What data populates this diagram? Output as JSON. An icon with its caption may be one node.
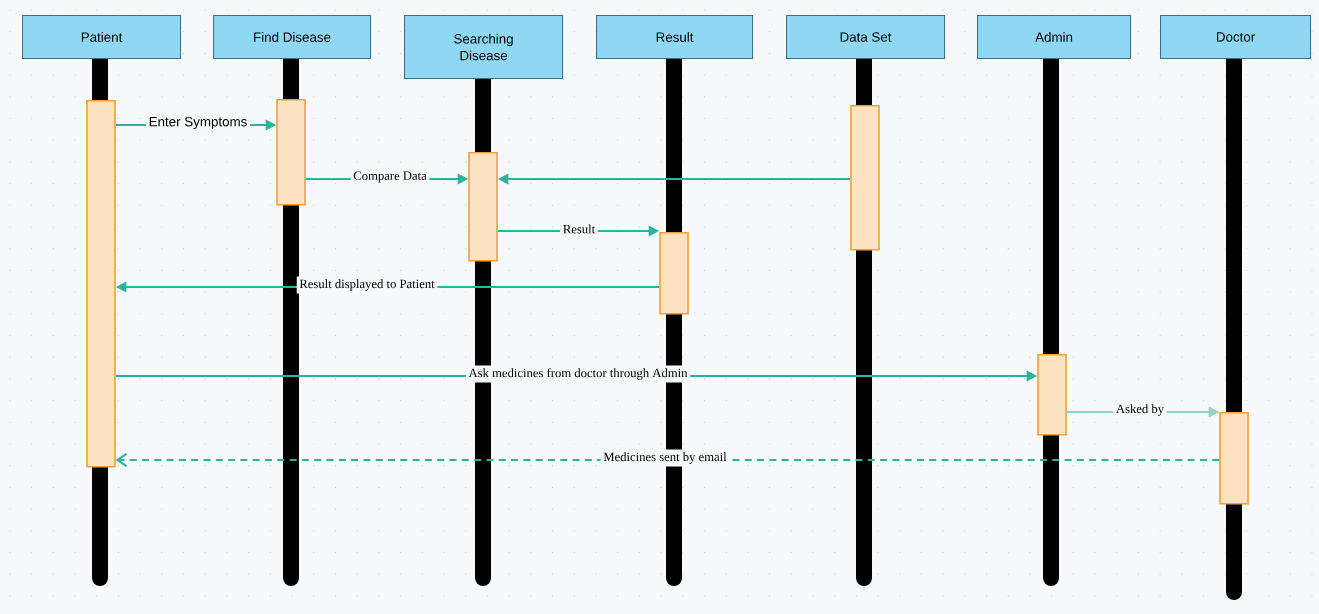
{
  "diagram": {
    "nodes": [
      {
        "text": [
          "Patient"
        ]
      },
      {
        "text": [
          "Find Disease"
        ]
      },
      {
        "text": [
          "Searching Disease"
        ]
      },
      {
        "text": [
          "Result"
        ]
      },
      {
        "text": [
          "Data Set"
        ]
      },
      {
        "text": [
          "Admin"
        ]
      },
      {
        "text": [
          "Doctor"
        ]
      },
      {
        "text": [],
        "shape": "bar"
      },
      {
        "text": [],
        "shape": "bar"
      },
      {
        "text": [],
        "shape": "bar"
      },
      {
        "text": [],
        "shape": "bar"
      },
      {
        "text": [],
        "shape": "bar"
      },
      {
        "text": [],
        "shape": "bar"
      },
      {
        "text": [],
        "shape": "bar"
      }
    ],
    "edges": [
      {
        "from": 7,
        "to": 8,
        "arrow": "to",
        "label": "Enter Symptoms"
      },
      {
        "from": 8,
        "to": 9,
        "arrow": "to",
        "label": "Compare Data"
      },
      {
        "from": 11,
        "to": 9,
        "arrow": "to"
      },
      {
        "from": 9,
        "to": 10,
        "arrow": "to",
        "label": "Result"
      },
      {
        "from": 10,
        "to": 7,
        "arrow": "to",
        "label": "Result displayed to Patient"
      },
      {
        "from": 7,
        "to": 12,
        "arrow": "to",
        "label": "Ask medicines from doctor through Admin"
      },
      {
        "from": 12,
        "to": 13,
        "arrow": "to",
        "label": "Asked by",
        "color": "#8fd3c6"
      },
      {
        "from": 13,
        "to": 7,
        "arrow": "to",
        "label": "Medicines sent by email",
        "style": "dashed"
      }
    ]
  }
}
